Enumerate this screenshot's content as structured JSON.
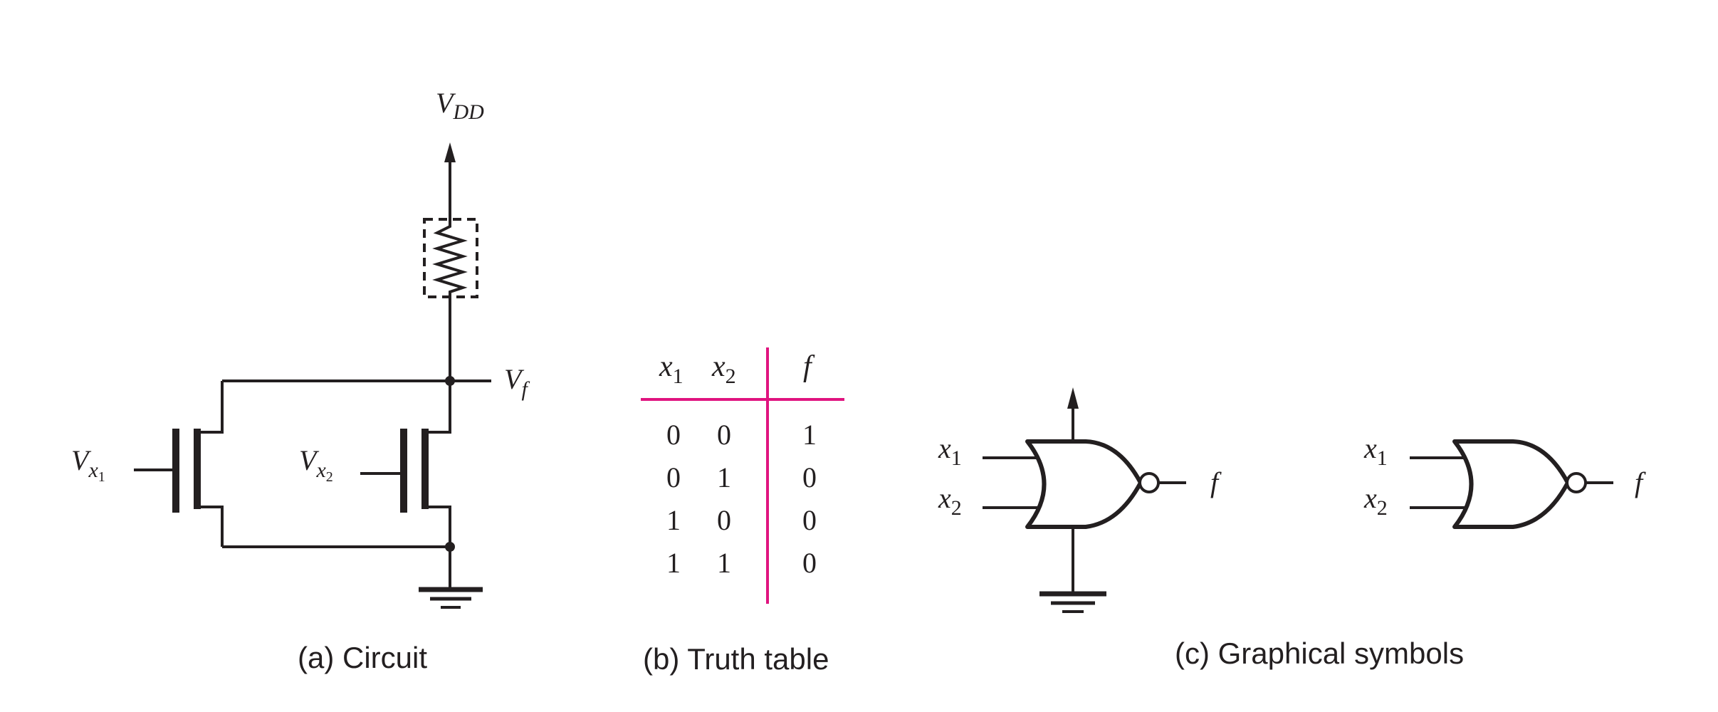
{
  "circuit": {
    "supply_label": "V",
    "supply_sub": "DD",
    "output_label": "V",
    "output_sub": "f",
    "input1_label": "V",
    "input1_sub": "x",
    "input1_subsub": "1",
    "input2_label": "V",
    "input2_sub": "x",
    "input2_subsub": "2",
    "caption": "(a) Circuit"
  },
  "truth_table": {
    "headers": [
      {
        "var": "x",
        "sub": "1"
      },
      {
        "var": "x",
        "sub": "2"
      },
      {
        "var": "f",
        "sub": ""
      }
    ],
    "rows": [
      [
        "0",
        "0",
        "1"
      ],
      [
        "0",
        "1",
        "0"
      ],
      [
        "1",
        "0",
        "0"
      ],
      [
        "1",
        "1",
        "0"
      ]
    ],
    "caption": "(b) Truth table",
    "line_color": "#e0147f"
  },
  "symbols": {
    "in1": {
      "var": "x",
      "sub": "1"
    },
    "in2": {
      "var": "x",
      "sub": "2"
    },
    "out": "f",
    "caption": "(c) Graphical symbols"
  }
}
